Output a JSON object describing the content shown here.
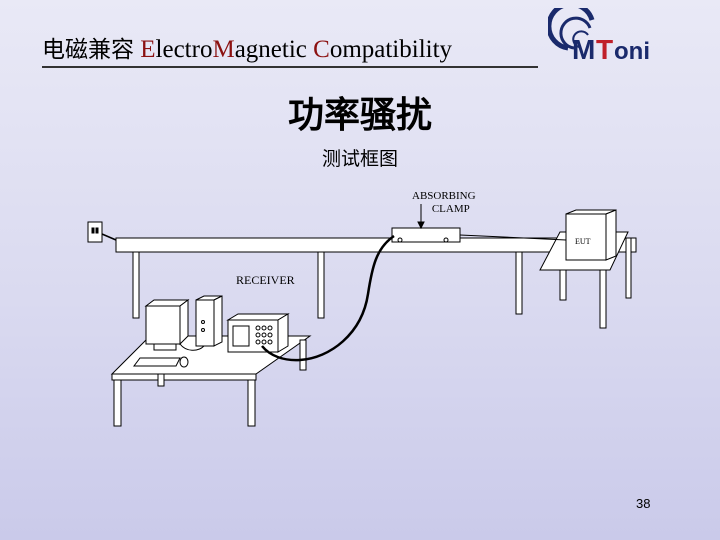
{
  "header": {
    "title_cjk": "电磁兼容",
    "title_en_e": "E",
    "title_en_1": "lectro",
    "title_en_m": "M",
    "title_en_2": "agnetic ",
    "title_en_c": "C",
    "title_en_3": "ompatibility",
    "logo_text": "MToni"
  },
  "main_title": "功率骚扰",
  "subtitle": "测试框图",
  "diagram": {
    "clamp_label_line1": "ABSORBING",
    "clamp_label_line2": "CLAMP",
    "eut_label": "EUT",
    "receiver_label": "RECEIVER"
  },
  "page_number": "38",
  "colors": {
    "accent": "#8b1111",
    "background": "#dadaf0",
    "logo_blue": "#1a2a6c",
    "logo_red": "#c0202a"
  }
}
